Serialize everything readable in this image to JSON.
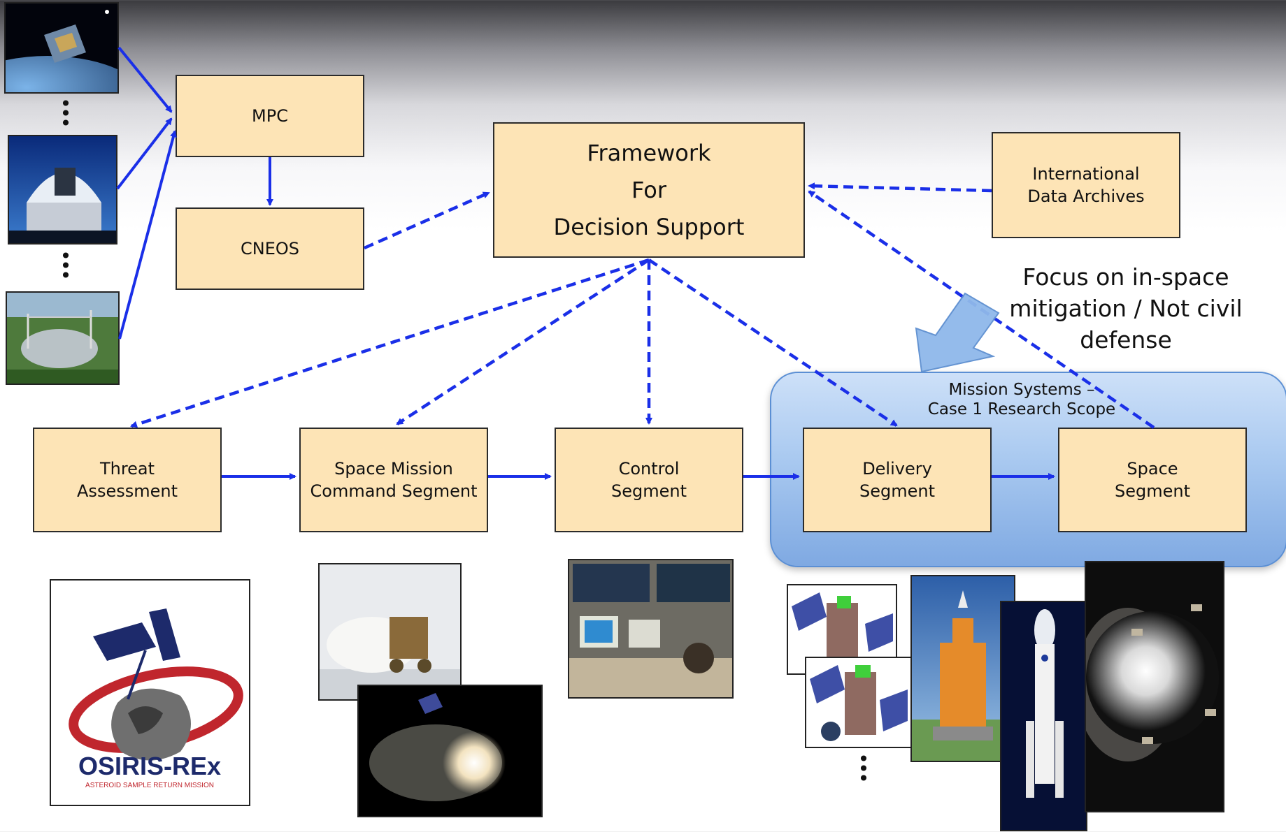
{
  "boxes": {
    "mpc": [
      "MPC"
    ],
    "cneos": [
      "CNEOS"
    ],
    "framework": [
      "Framework",
      "For",
      "Decision Support"
    ],
    "archives": [
      "International",
      "Data Archives"
    ],
    "threat": [
      "Threat",
      "Assessment"
    ],
    "command": [
      "Space Mission",
      "Command Segment"
    ],
    "control": [
      "Control",
      "Segment"
    ],
    "delivery": [
      "Delivery",
      "Segment"
    ],
    "space": [
      "Space",
      "Segment"
    ]
  },
  "region": {
    "title": [
      "Mission Systems –",
      "Case 1 Research Scope"
    ]
  },
  "callout": [
    "Focus on in-space",
    "mitigation / Not civil",
    "defense"
  ],
  "logo": {
    "name": "OSIRIS-REx",
    "tagline": "ASTEROID SAMPLE RETURN MISSION"
  },
  "icons": {
    "ellipsis": "vertical-ellipsis-icon",
    "callout_arrow": "callout-arrow-icon"
  },
  "colors": {
    "box_fill": "#fde4b6",
    "arrow": "#1a2fe8",
    "region": "#a9c9f0",
    "callout_arrow": "#8fb8ea"
  }
}
